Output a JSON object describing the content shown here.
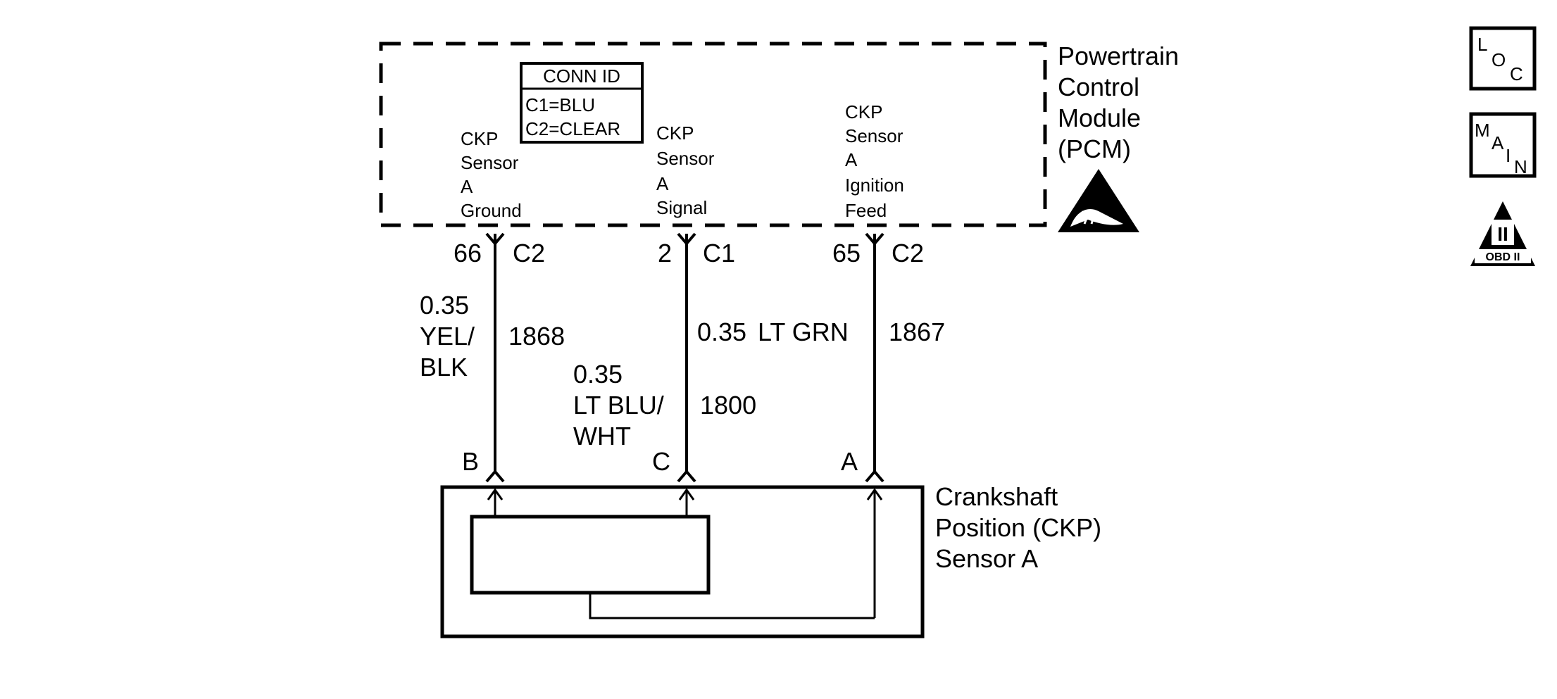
{
  "pcm": {
    "title_lines": [
      "Powertrain",
      "Control",
      "Module",
      "(PCM)"
    ]
  },
  "conn_id": {
    "header": "CONN ID",
    "lines": [
      "C1=BLU",
      "C2=CLEAR"
    ]
  },
  "terminals": [
    {
      "function_lines": [
        "CKP",
        "Sensor",
        "A",
        "Ground"
      ],
      "pin": "66",
      "connector": "C2",
      "wire_size": "0.35",
      "wire_color_lines": [
        "YEL/",
        "BLK"
      ],
      "circuit": "1868",
      "sensor_pin": "B"
    },
    {
      "function_lines": [
        "CKP",
        "Sensor",
        "A",
        "Signal"
      ],
      "pin": "2",
      "connector": "C1",
      "wire_size": "0.35",
      "wire_color_lines": [
        "LT BLU/",
        "WHT"
      ],
      "circuit": "1800",
      "sensor_pin": "C"
    },
    {
      "function_lines": [
        "CKP",
        "Sensor",
        "A",
        "Ignition",
        "Feed"
      ],
      "pin": "65",
      "connector": "C2",
      "wire_size": "0.35",
      "wire_color_lines": [
        "LT GRN"
      ],
      "circuit": "1867",
      "sensor_pin": "A"
    }
  ],
  "sensor": {
    "title_lines": [
      "Crankshaft",
      "Position (CKP)",
      "Sensor A"
    ]
  },
  "symbols": {
    "loc_icon": [
      "L",
      "O",
      "C"
    ],
    "main_icon": [
      "M",
      "A",
      "I",
      "N"
    ],
    "obd_icon": [
      "II",
      "OBD II"
    ]
  }
}
